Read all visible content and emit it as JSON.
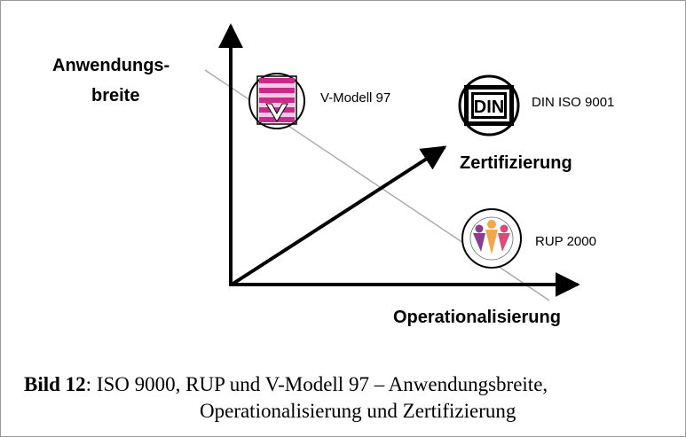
{
  "diagram": {
    "y_axis_label_line1": "Anwendungs-",
    "y_axis_label_line2": "breite",
    "x_axis_label": "Operationalisierung",
    "arrow_label": "Zertifizierung",
    "nodes": {
      "vmodell": {
        "label": "V-Modell 97",
        "logo_colors": [
          "#cc2a8a",
          "#f2c8e6"
        ]
      },
      "din": {
        "label": "DIN ISO 9001",
        "logo_text": "DIN"
      },
      "rup": {
        "label": "RUP 2000",
        "logo_colors": [
          "#8a3d93",
          "#f0a84a",
          "#d84b7a"
        ]
      }
    },
    "colors": {
      "axis": "#000000",
      "guide_line": "#a8a8a8"
    }
  },
  "caption": {
    "prefix": "Bild 12",
    "line1": ": ISO 9000, RUP und V-Modell 97 – Anwendungsbreite,",
    "line2": "Operationalisierung und Zertifizierung"
  }
}
